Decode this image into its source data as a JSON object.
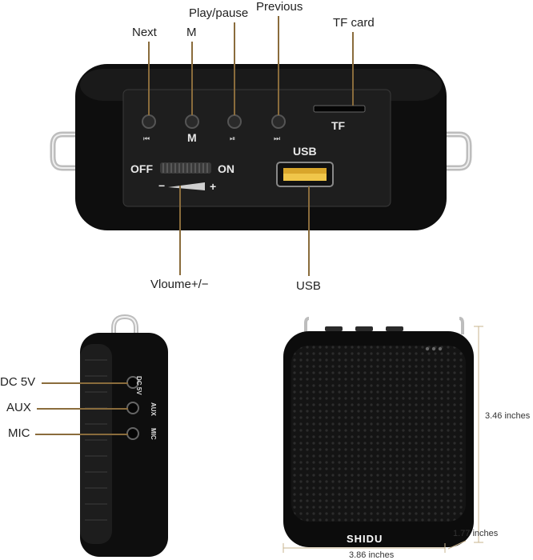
{
  "callouts": {
    "next": "Next",
    "m": "M",
    "play_pause": "Play/pause",
    "previous": "Previous",
    "tf_card": "TF card",
    "volume": "Vloume+/−",
    "usb": "USB",
    "dc5v": "DC 5V",
    "aux": "AUX",
    "mic": "MIC"
  },
  "panel": {
    "m_label": "M",
    "tf_label": "TF",
    "usb_label": "USB",
    "off_label": "OFF",
    "on_label": "ON",
    "minus": "−",
    "plus": "+",
    "sym_next": "⏮",
    "sym_play": "⏯",
    "sym_prev": "⏭"
  },
  "side_port_labels": {
    "dc": "DC 5V",
    "aux": "AUX",
    "mic": "MIC"
  },
  "brand": "SHIDU",
  "dimensions": {
    "height": "3.46 inches",
    "depth": "1.77 inches",
    "width": "3.86 inches"
  },
  "colors": {
    "body": "#111111",
    "panel": "#1c1c1c",
    "leader": "#8a6c3c"
  }
}
